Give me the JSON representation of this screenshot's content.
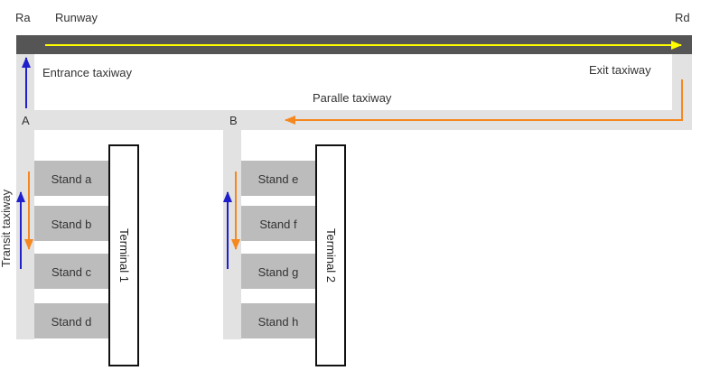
{
  "runway": {
    "start_label": "Ra",
    "end_label": "Rd",
    "title": "Runway"
  },
  "taxiways": {
    "entrance": "Entrance taxiway",
    "exit": "Exit taxiway",
    "parallel": "Paralle taxiway",
    "transit": "Transit taxiway"
  },
  "nodes": {
    "a": "A",
    "b": "B"
  },
  "stands": [
    "Stand a",
    "Stand b",
    "Stand c",
    "Stand d",
    "Stand e",
    "Stand f",
    "Stand g",
    "Stand h"
  ],
  "terminals": [
    "Terminal 1",
    "Terminal 2"
  ],
  "colors": {
    "runway": "#555555",
    "taxiway": "#e2e2e2",
    "stand": "#bcbcbc",
    "yellow_arrow": "#ffff00",
    "orange_arrow": "#f5871f",
    "blue_arrow": "#1f1fcc"
  }
}
